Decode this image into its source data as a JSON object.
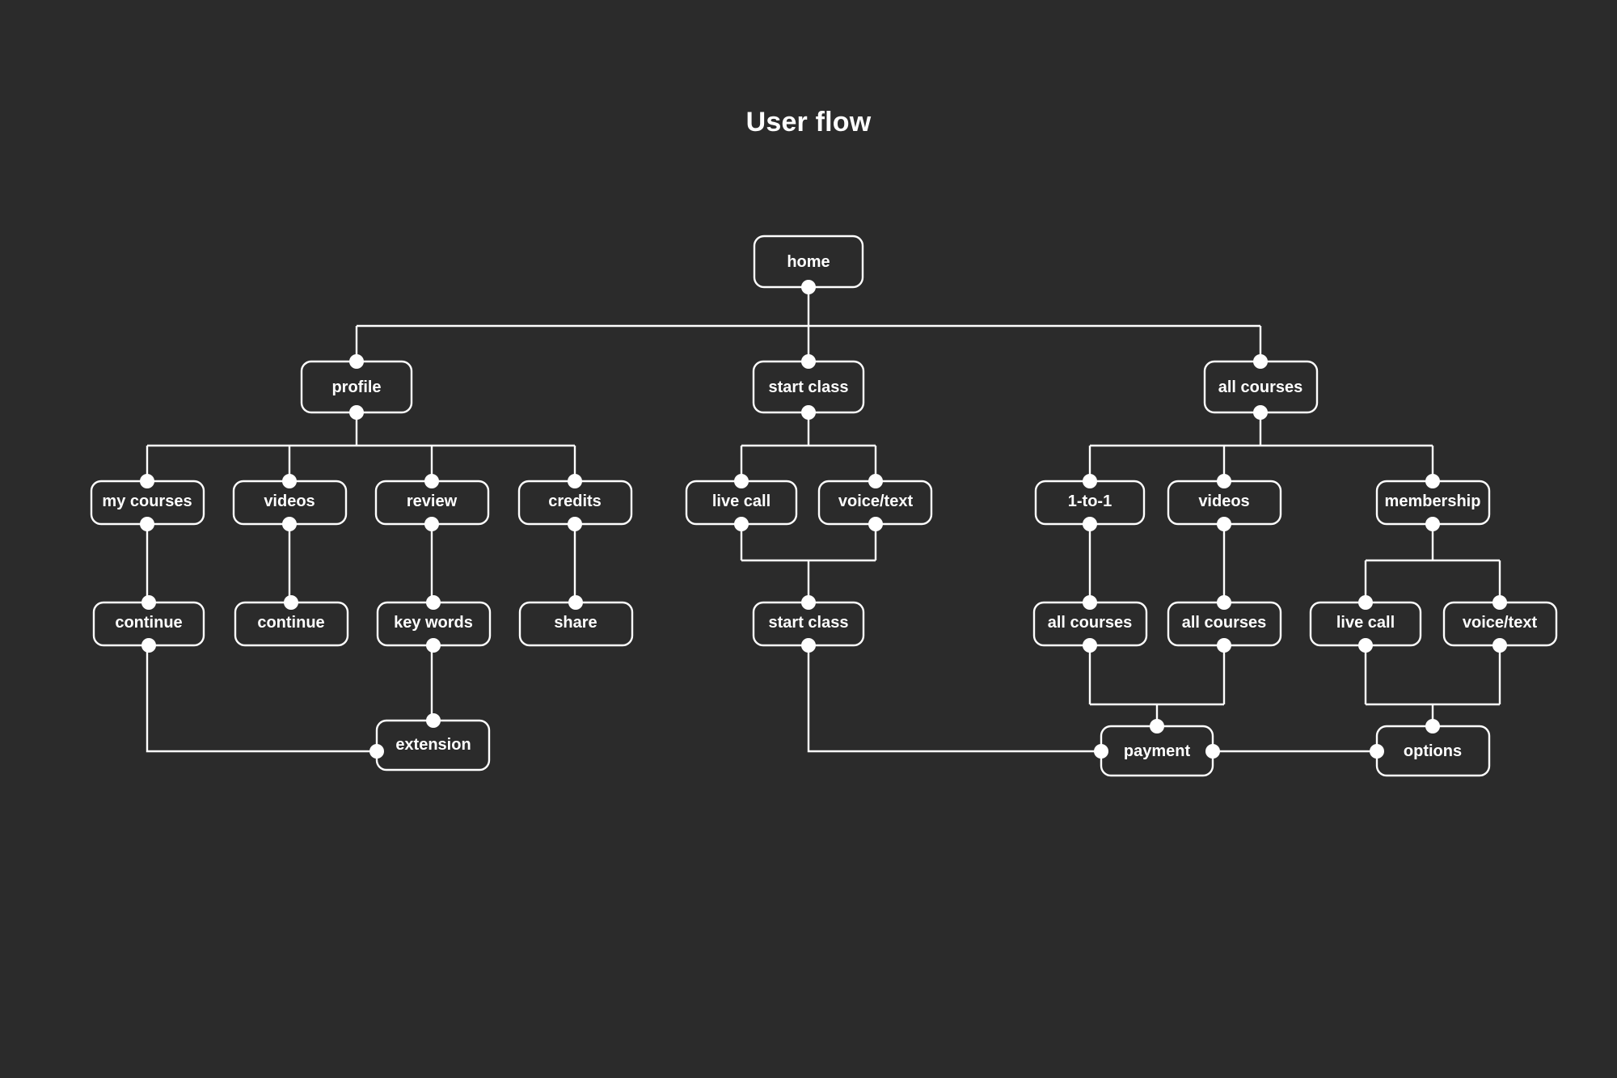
{
  "title": "User flow",
  "theme": {
    "background": "#2b2b2b",
    "stroke": "#ffffff",
    "text": "#ffffff",
    "node_fill": "#2b2b2b"
  },
  "nodes": {
    "home": "home",
    "profile": "profile",
    "start_class": "start class",
    "all_courses": "all courses",
    "my_courses": "my courses",
    "videos_profile": "videos",
    "review": "review",
    "credits": "credits",
    "live_call_sc": "live call",
    "voice_text_sc": "voice/text",
    "one_to_one": "1-to-1",
    "videos_ac": "videos",
    "membership": "membership",
    "continue_my_courses": "continue",
    "continue_videos": "continue",
    "key_words": "key words",
    "share": "share",
    "start_class_2": "start class",
    "all_courses_1to1": "all courses",
    "all_courses_videos": "all courses",
    "live_call_mem": "live call",
    "voice_text_mem": "voice/text",
    "extension": "extension",
    "payment": "payment",
    "options": "options"
  },
  "flow_data": {
    "type": "diagram",
    "levels": [
      [
        "home"
      ],
      [
        "profile",
        "start class",
        "all courses"
      ],
      [
        "my courses",
        "videos",
        "review",
        "credits",
        "live call",
        "voice/text",
        "1-to-1",
        "videos",
        "membership"
      ],
      [
        "continue",
        "continue",
        "key words",
        "share",
        "start class",
        "all courses",
        "all courses",
        "live call",
        "voice/text"
      ],
      [
        "extension",
        "payment",
        "options"
      ]
    ],
    "edges": [
      {
        "from": "home",
        "to": "profile"
      },
      {
        "from": "home",
        "to": "start class"
      },
      {
        "from": "home",
        "to": "all courses"
      },
      {
        "from": "profile",
        "to": "my courses"
      },
      {
        "from": "profile",
        "to": "videos"
      },
      {
        "from": "profile",
        "to": "review"
      },
      {
        "from": "profile",
        "to": "credits"
      },
      {
        "from": "start class",
        "to": "live call"
      },
      {
        "from": "start class",
        "to": "voice/text"
      },
      {
        "from": "all courses",
        "to": "1-to-1"
      },
      {
        "from": "all courses",
        "to": "videos"
      },
      {
        "from": "all courses",
        "to": "membership"
      },
      {
        "from": "my courses",
        "to": "continue"
      },
      {
        "from": "videos",
        "to": "continue"
      },
      {
        "from": "review",
        "to": "key words"
      },
      {
        "from": "credits",
        "to": "share"
      },
      {
        "from": "live call",
        "to": "start class"
      },
      {
        "from": "voice/text",
        "to": "start class"
      },
      {
        "from": "1-to-1",
        "to": "all courses"
      },
      {
        "from": "videos",
        "to": "all courses"
      },
      {
        "from": "membership",
        "to": "live call"
      },
      {
        "from": "membership",
        "to": "voice/text"
      },
      {
        "from": "key words",
        "to": "extension"
      },
      {
        "from": "continue",
        "to": "extension"
      },
      {
        "from": "all courses",
        "to": "payment"
      },
      {
        "from": "all courses",
        "to": "payment"
      },
      {
        "from": "start class",
        "to": "payment"
      },
      {
        "from": "live call",
        "to": "options"
      },
      {
        "from": "voice/text",
        "to": "options"
      },
      {
        "from": "payment",
        "to": "options"
      }
    ]
  }
}
